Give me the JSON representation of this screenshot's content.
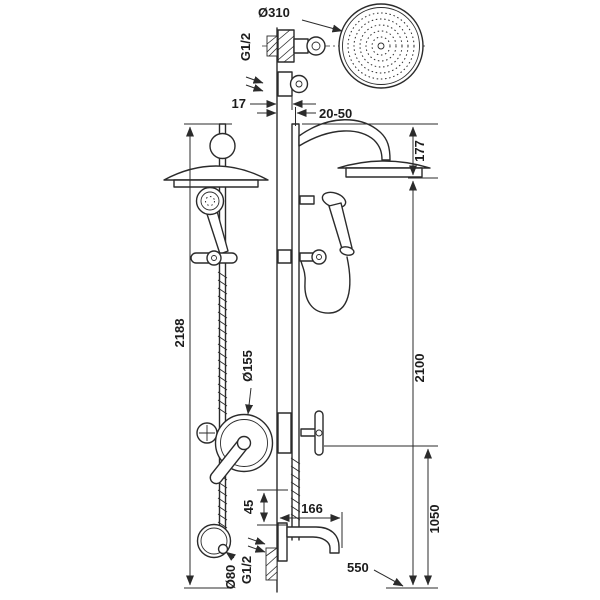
{
  "meta": {
    "type": "technical-dimension-drawing",
    "subject": "wall-mounted shower column with overhead rain shower, hand shower, built-in mixer and bath spout"
  },
  "colors": {
    "line": "#2b2b2b",
    "background": "#ffffff",
    "text": "#1c1c1c"
  },
  "labels": {
    "head_diameter": "Ø310",
    "top_thread": "G1/2",
    "bracket_offset": "17",
    "adjustment_range": "20-50",
    "head_drop": "177",
    "total_height": "2188",
    "escutcheon_diameter": "Ø155",
    "column_height": "2100",
    "mixer_height": "1050",
    "spout_gap": "45",
    "spout_projection": "166",
    "spout_height": "550",
    "spout_escutcheon_diameter": "Ø80",
    "bottom_thread": "G1/2"
  }
}
